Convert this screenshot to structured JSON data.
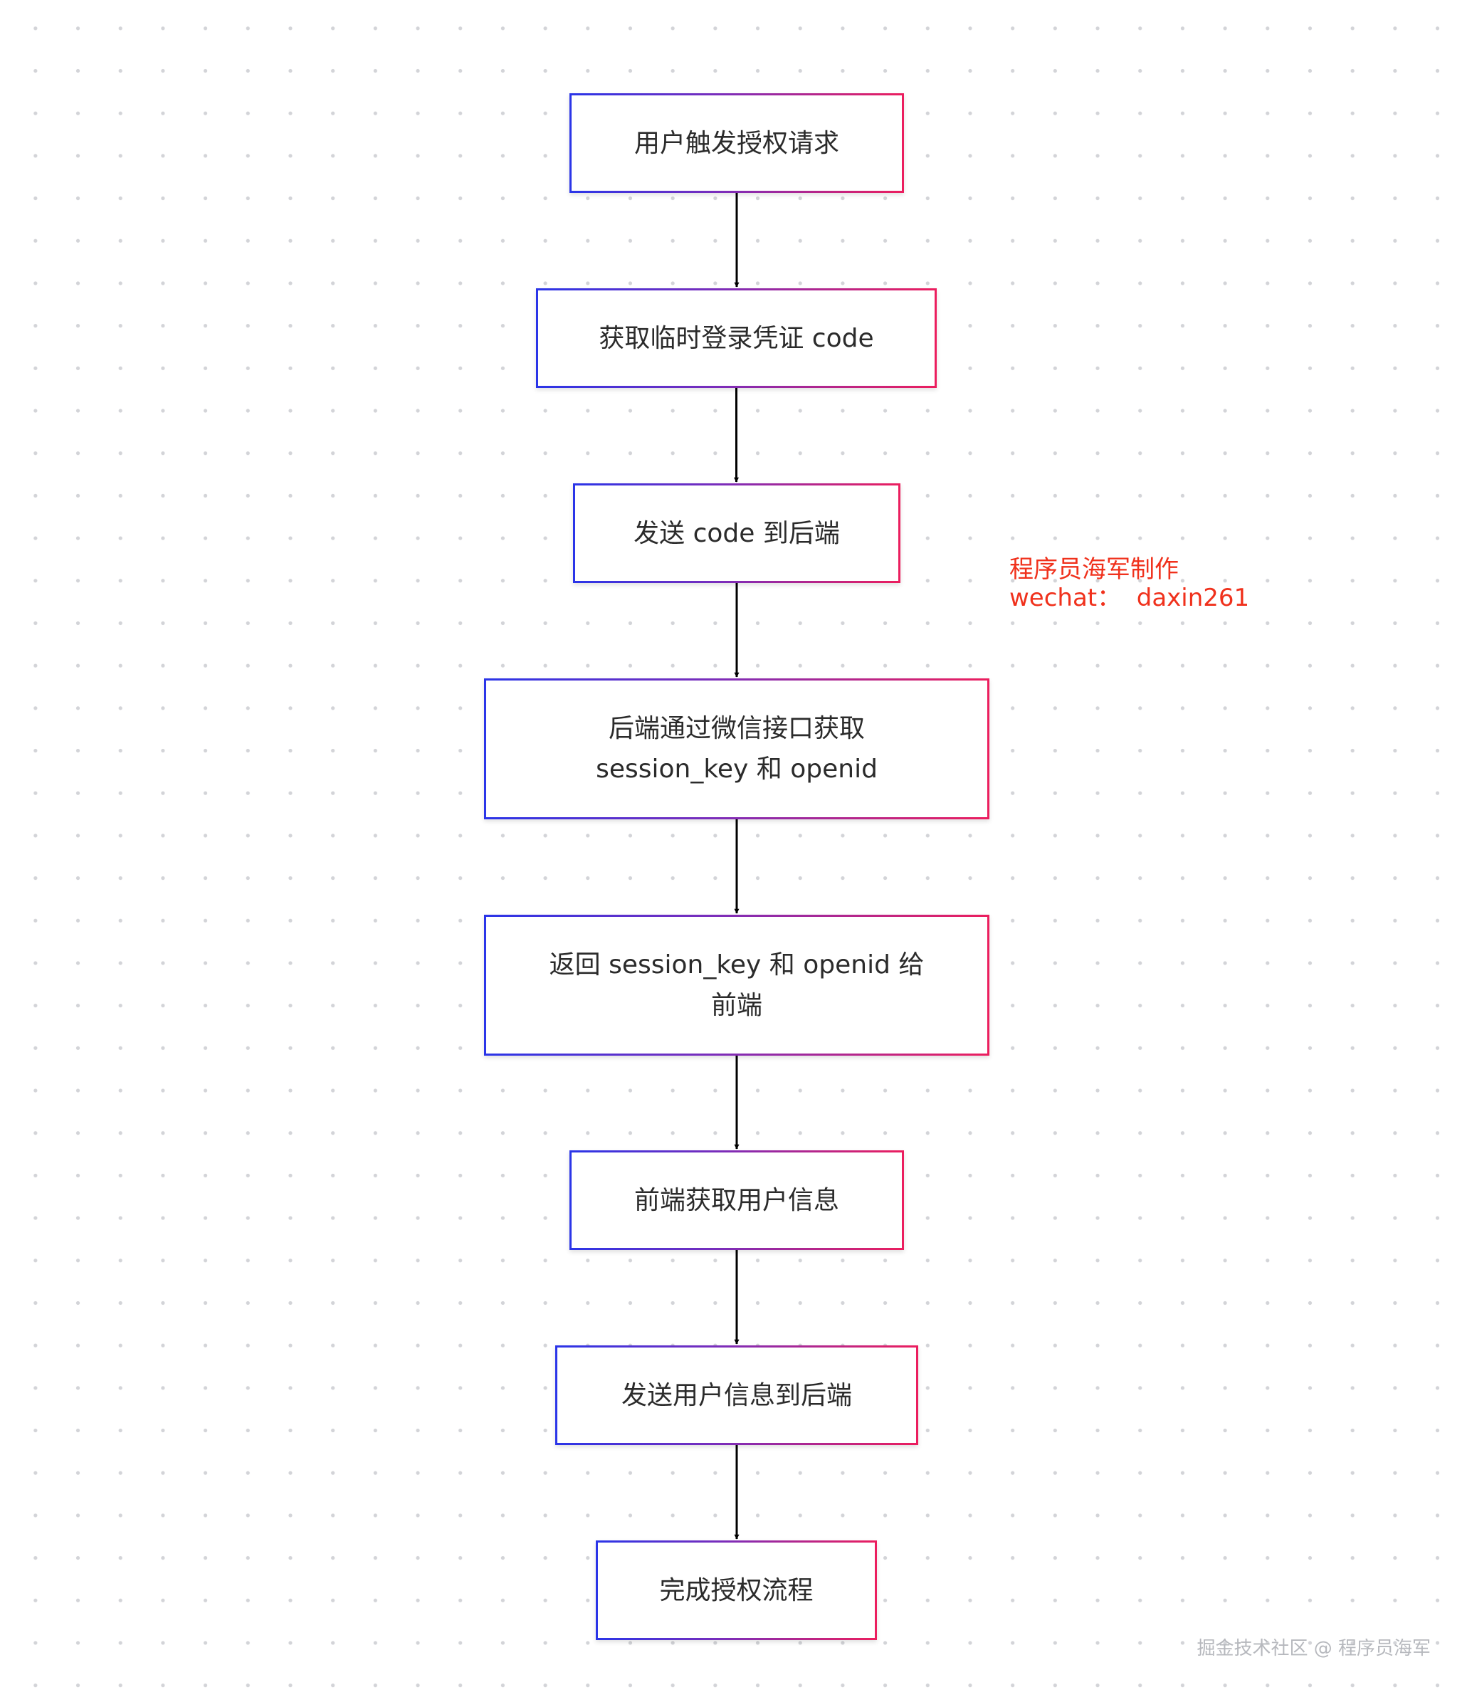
{
  "flowchart": {
    "nodes": [
      {
        "id": "n1",
        "label": "用户触发授权请求"
      },
      {
        "id": "n2",
        "label": "获取临时登录凭证 code"
      },
      {
        "id": "n3",
        "label": "发送 code 到后端"
      },
      {
        "id": "n4",
        "label": "后端通过微信接口获取\nsession_key 和 openid"
      },
      {
        "id": "n5",
        "label": "返回 session_key 和 openid 给\n前端"
      },
      {
        "id": "n6",
        "label": "前端获取用户信息"
      },
      {
        "id": "n7",
        "label": "发送用户信息到后端"
      },
      {
        "id": "n8",
        "label": "完成授权流程"
      }
    ],
    "edges": [
      {
        "from": "n1",
        "to": "n2"
      },
      {
        "from": "n2",
        "to": "n3"
      },
      {
        "from": "n3",
        "to": "n4"
      },
      {
        "from": "n4",
        "to": "n5"
      },
      {
        "from": "n5",
        "to": "n6"
      },
      {
        "from": "n6",
        "to": "n7"
      },
      {
        "from": "n7",
        "to": "n8"
      }
    ]
  },
  "annotation": {
    "line1": "程序员海军制作",
    "line2": "wechat：  daxin261",
    "color": "#f0311c"
  },
  "watermark": "掘金技术社区 @ 程序员海军",
  "colors": {
    "border_gradient_start": "#2a35e8",
    "border_gradient_end": "#ec1e5e",
    "arrow": "#000000"
  }
}
